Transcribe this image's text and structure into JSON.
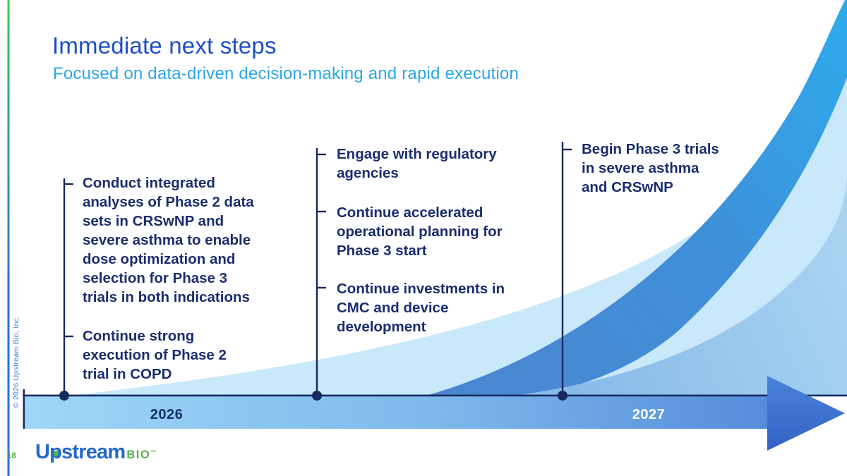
{
  "slide": {
    "title": "Immediate next steps",
    "subtitle": "Focused on data-driven decision-making and rapid execution",
    "page_number": "18",
    "copyright": "© 2026 Upstream Bio, Inc."
  },
  "logo": {
    "wordmark": "Upstream",
    "suffix": "BIO",
    "trademark": "™"
  },
  "timeline": {
    "years": [
      {
        "label": "2026"
      },
      {
        "label": "2027"
      }
    ],
    "columns": [
      {
        "bullets": [
          "Conduct integrated\nanalyses of Phase 2 data\nsets in CRSwNP and\nsevere asthma to enable\ndose optimization and\nselection for Phase 3\ntrials in both indications",
          "Continue strong\nexecution of Phase 2\ntrial in COPD"
        ]
      },
      {
        "bullets": [
          "Engage with regulatory\nagencies",
          "Continue accelerated\noperational planning for\nPhase 3 start",
          "Continue investments in\nCMC and device\ndevelopment"
        ]
      },
      {
        "bullets": [
          "Begin Phase 3 trials\nin severe asthma\nand CRSwNP"
        ]
      }
    ]
  },
  "colors": {
    "title_blue": "#1d4fc5",
    "subtitle_cyan": "#2aa6e4",
    "body_navy": "#1b2d6e",
    "axis_navy": "#16295e",
    "band_light": "#9ed7f6",
    "band_dark": "#4b82d6",
    "arrow_blue": "#3b6fce",
    "swoosh_bright": "#2fa9ec",
    "swoosh_medium": "#4c86d0",
    "swoosh_soft": "#9fc8ec",
    "swoosh_light": "#c9e8fa",
    "accent_green": "#4fae47",
    "logo_blue": "#2368cc",
    "logo_green": "#55b44a"
  }
}
